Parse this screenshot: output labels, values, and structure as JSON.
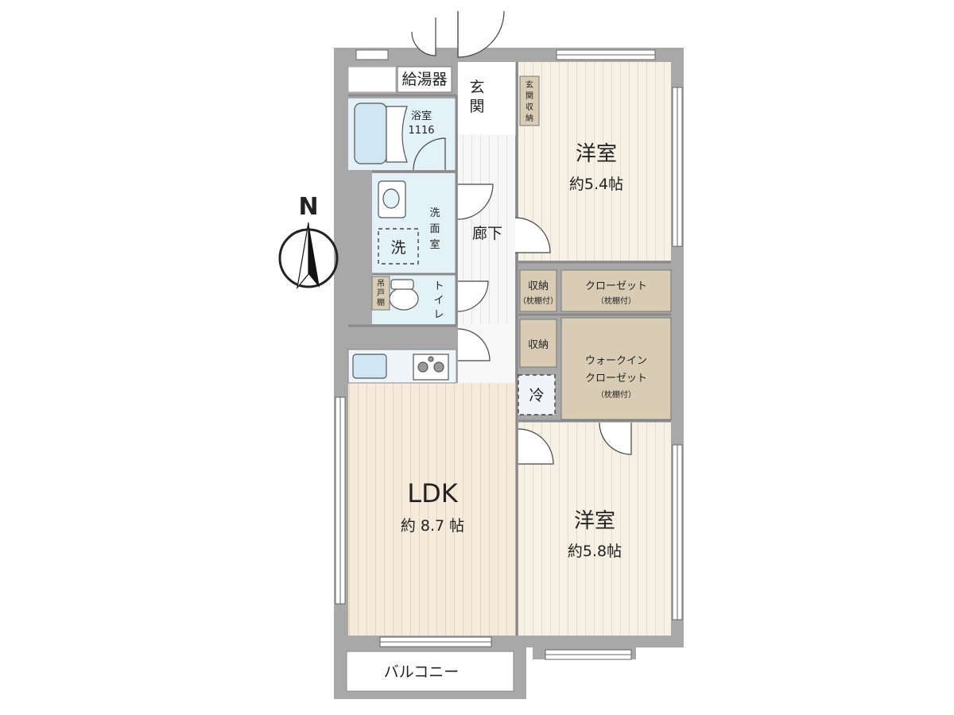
{
  "compass": {
    "letter": "N"
  },
  "rooms": {
    "water_heater": "給湯器",
    "entrance": [
      "玄",
      "関"
    ],
    "entrance_storage": [
      "玄",
      "関",
      "収",
      "納"
    ],
    "bathroom": {
      "name": "浴室",
      "size": "1116"
    },
    "washroom": [
      "洗",
      "面",
      "室"
    ],
    "washer": "洗",
    "toilet": [
      "ト",
      "イ",
      "レ"
    ],
    "hanging_cabinet": [
      "吊",
      "戸",
      "棚"
    ],
    "corridor": "廊下",
    "western_north": {
      "name": "洋室",
      "size": "約5.4帖"
    },
    "storage_1": {
      "name": "収納",
      "note": "（枕棚付）"
    },
    "closet": {
      "name": "クローゼット",
      "note": "（枕棚付）"
    },
    "storage_2": {
      "name": "収納"
    },
    "walk_in_closet": {
      "line1": "ウォークイン",
      "line2": "クローゼット",
      "note": "（枕棚付）"
    },
    "fridge": "冷",
    "ldk": {
      "name": "LDK",
      "size": "約 8.7 帖"
    },
    "western_south": {
      "name": "洋室",
      "size": "約5.8帖"
    },
    "balcony": "バルコニー"
  },
  "colors": {
    "wall": "#a8a8a8",
    "ldk_floor": "#f6eadb",
    "room_floor": "#f6f1e4",
    "wet_area": "#e3f1f9",
    "closet": "#d8ccb4",
    "corridor": "#f4f4f4"
  }
}
